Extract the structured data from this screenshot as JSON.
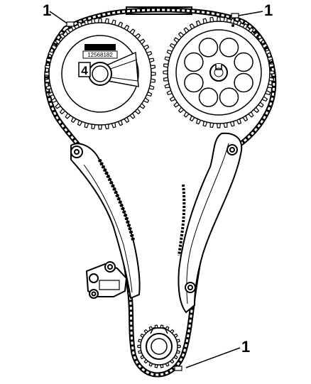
{
  "diagram": {
    "callouts": [
      {
        "label": "1"
      },
      {
        "label": "1"
      },
      {
        "label": "1"
      }
    ],
    "intake_sprocket": {
      "stamp_logo": "",
      "part_number": "12568182",
      "mark_number": "4"
    },
    "colors": {
      "line": "#000000",
      "background": "#ffffff"
    }
  }
}
